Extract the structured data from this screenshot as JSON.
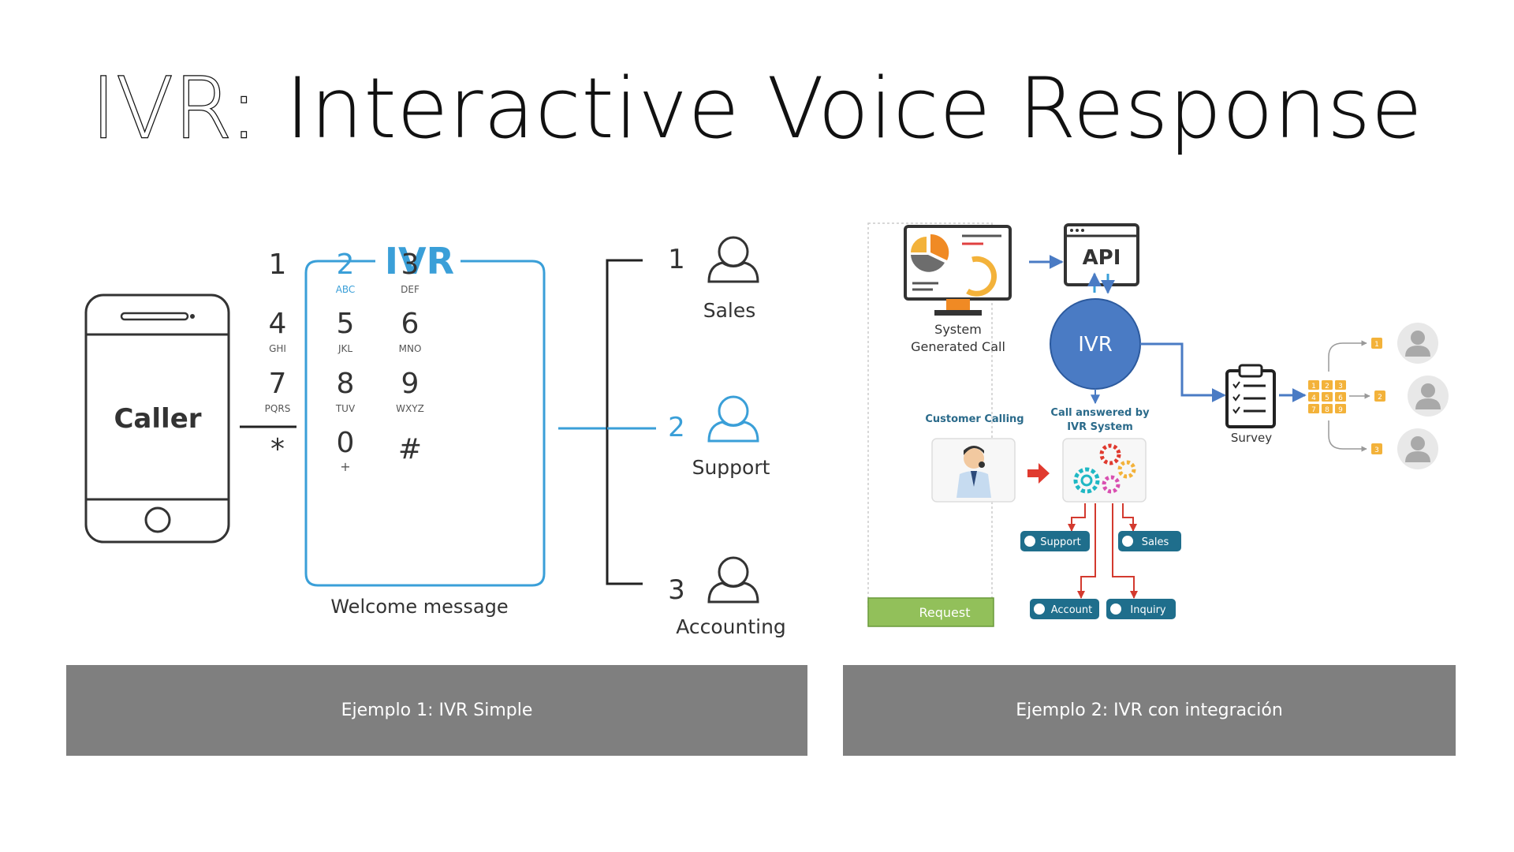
{
  "slide": {
    "title_prefix": "IVR:",
    "title_rest": " Interactive Voice Response"
  },
  "example1": {
    "caller": "Caller",
    "ivr": "IVR",
    "keypad": [
      {
        "digit": "1",
        "letters": ""
      },
      {
        "digit": "2",
        "letters": "ABC"
      },
      {
        "digit": "3",
        "letters": "DEF"
      },
      {
        "digit": "4",
        "letters": "GHI"
      },
      {
        "digit": "5",
        "letters": "JKL"
      },
      {
        "digit": "6",
        "letters": "MNO"
      },
      {
        "digit": "7",
        "letters": "PQRS"
      },
      {
        "digit": "8",
        "letters": "TUV"
      },
      {
        "digit": "9",
        "letters": "WXYZ"
      },
      {
        "digit": "*",
        "letters": ""
      },
      {
        "digit": "0",
        "letters": "+"
      },
      {
        "digit": "#",
        "letters": ""
      }
    ],
    "welcome": "Welcome message",
    "options": [
      {
        "number": "1",
        "label": "Sales"
      },
      {
        "number": "2",
        "label": "Support"
      },
      {
        "number": "3",
        "label": "Accounting"
      }
    ],
    "caption": "Ejemplo 1: IVR Simple"
  },
  "example2": {
    "api": "API",
    "ivr": "IVR",
    "system_call_line1": "System",
    "system_call_line2": "Generated Call",
    "customer_calling": "Customer Calling",
    "answered_line1": "Call answered by",
    "answered_line2": "IVR System",
    "survey": "Survey",
    "request": "Request",
    "departments": [
      "Support",
      "Sales",
      "Account",
      "Inquiry"
    ],
    "menu_grid": [
      "1",
      "2",
      "3",
      "4",
      "5",
      "6",
      "7",
      "8",
      "9"
    ],
    "survey_outputs": [
      "1",
      "2",
      "3"
    ],
    "caption": "Ejemplo 2: IVR con integración"
  },
  "colors": {
    "accent_blue": "#3a9fd8",
    "ivr_circle": "#4a7bc4",
    "request_green": "#92c05a",
    "badge_teal": "#1f6e8c",
    "arrow_red": "#e03a2f",
    "caption_gray": "#7f7f7f",
    "menu_orange": "#f3b23a"
  }
}
